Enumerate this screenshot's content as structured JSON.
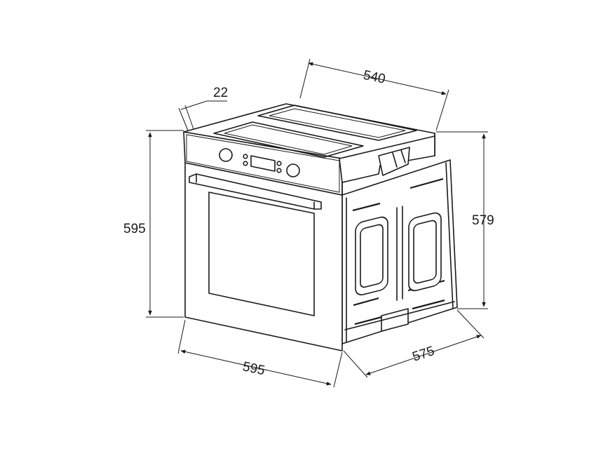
{
  "dimensions": {
    "top_depth": "540",
    "trim_thickness": "22",
    "front_height": "595",
    "side_height": "579",
    "front_width": "595",
    "side_depth": "575"
  },
  "colors": {
    "line": "#1a1a1a",
    "background": "#ffffff"
  }
}
